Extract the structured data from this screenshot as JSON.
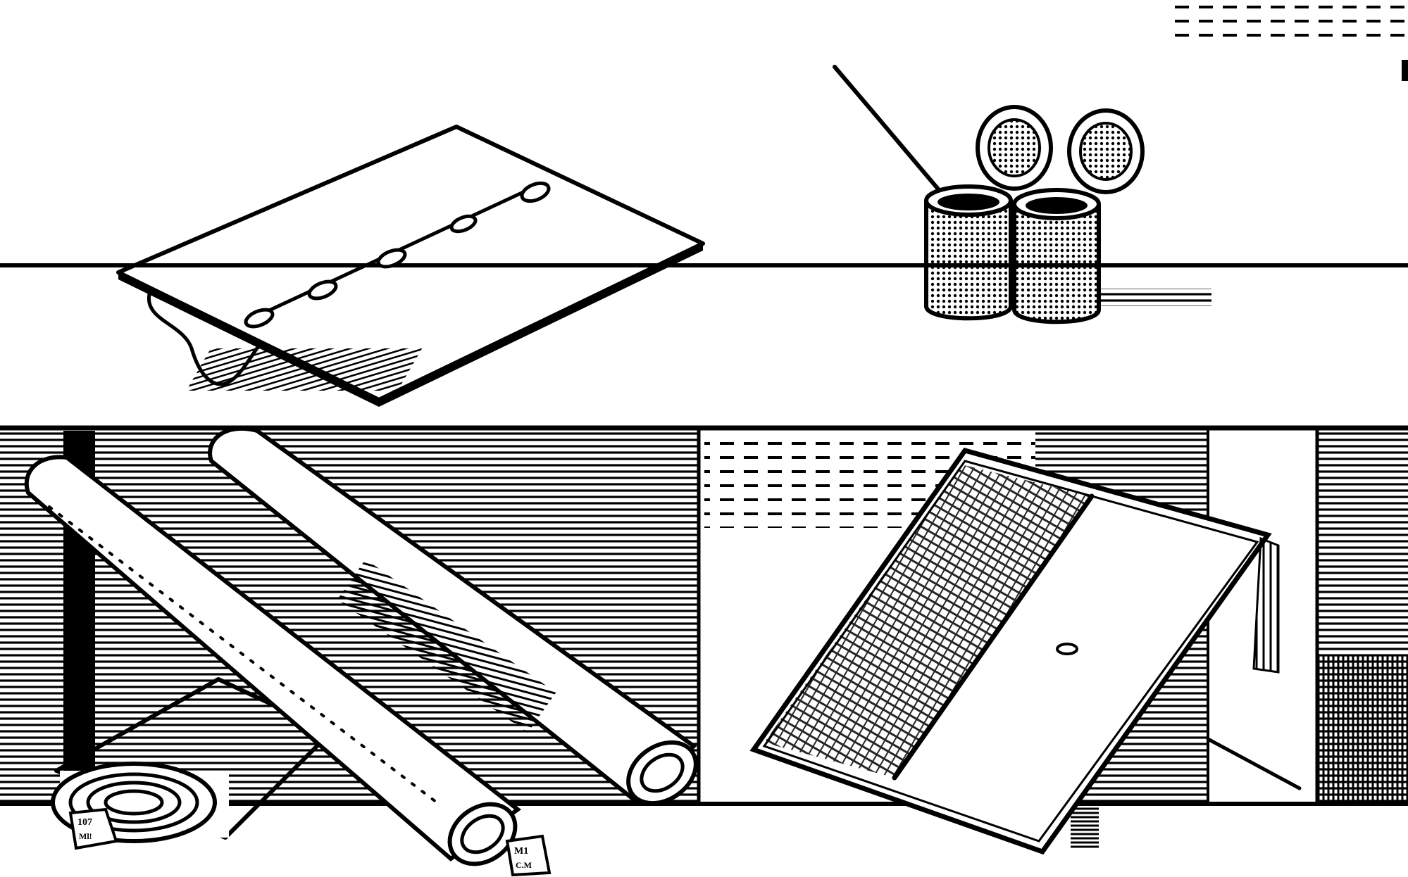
{
  "scene": {
    "ink_color": "#000000",
    "paper_color": "#ffffff"
  },
  "tags": {
    "left_line1": "107",
    "left_line2": "Ml!",
    "right_line1": "M1",
    "right_line2": "C.M"
  }
}
